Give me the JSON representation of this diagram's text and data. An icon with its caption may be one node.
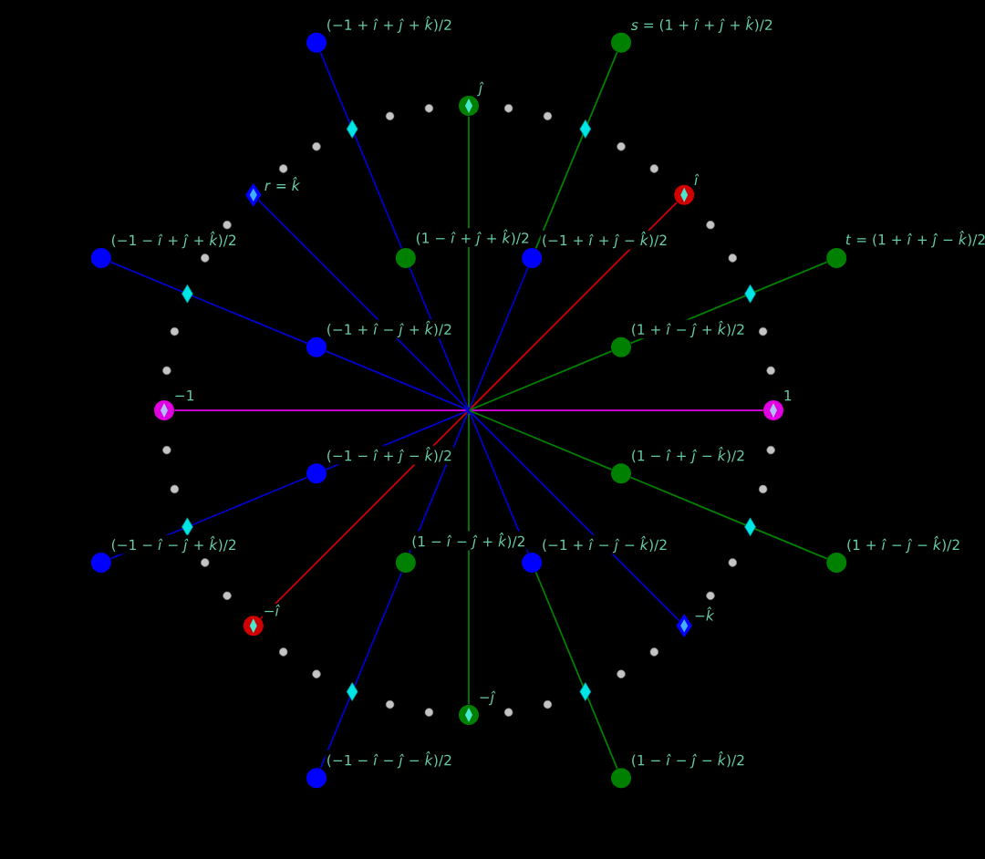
{
  "diagram": {
    "nodes": [
      {
        "text": [],
        "shape": "circle",
        "beside": [
          "(−1 + *î* + *ĵ* + *k̂*)/2"
        ]
      },
      {
        "text": [],
        "shape": "circle",
        "beside": [
          "*s* = (1 + *î* + *ĵ* + *k̂*)/2"
        ]
      },
      {
        "text": [],
        "shape": "circle",
        "beside": [
          "ĵ"
        ]
      },
      {
        "text": [],
        "shape": "diamond",
        "beside": [
          "*r* = *k̂*"
        ]
      },
      {
        "text": [],
        "shape": "circle",
        "beside": [
          "î"
        ]
      },
      {
        "text": [],
        "shape": "circle",
        "beside": [
          "(−1 − *î* + *ĵ* + *k̂*)/2"
        ]
      },
      {
        "text": [],
        "shape": "circle",
        "beside": [
          "(1 − *î* + *ĵ* + *k̂*)/2"
        ]
      },
      {
        "text": [],
        "shape": "circle",
        "beside": [
          "(−1 + *î* + *ĵ* − *k̂*)/2"
        ]
      },
      {
        "text": [],
        "shape": "circle",
        "beside": [
          "*t* = (1 + *î* + *ĵ* − *k̂*)/2"
        ]
      },
      {
        "text": [],
        "shape": "circle",
        "beside": [
          "(−1 + *î* − *ĵ* + *k̂*)/2"
        ]
      },
      {
        "text": [],
        "shape": "circle",
        "beside": [
          "(1 + *î* − *ĵ* + *k̂*)/2"
        ]
      },
      {
        "text": [],
        "shape": "circle",
        "beside": [
          "−1"
        ]
      },
      {
        "text": [],
        "shape": "circle",
        "beside": [
          "1"
        ]
      },
      {
        "text": [],
        "shape": "circle",
        "beside": [
          "(−1 − *î* + *ĵ* − *k̂*)/2"
        ]
      },
      {
        "text": [],
        "shape": "circle",
        "beside": [
          "(1 − *î* + *ĵ* − *k̂*)/2"
        ]
      },
      {
        "text": [],
        "shape": "circle",
        "beside": [
          "(−1 − *î* − *ĵ* + *k̂*)/2"
        ]
      },
      {
        "text": [],
        "shape": "circle",
        "beside": [
          "(1 − *î* − *ĵ* + *k̂*)/2"
        ]
      },
      {
        "text": [],
        "shape": "circle",
        "beside": [
          "(−1 + *î* − *ĵ* − *k̂*)/2"
        ]
      },
      {
        "text": [],
        "shape": "circle",
        "beside": [
          "(1 + *î* − *ĵ* − *k̂*)/2"
        ]
      },
      {
        "text": [],
        "shape": "circle",
        "beside": [
          "−*î*"
        ]
      },
      {
        "text": [],
        "shape": "diamond",
        "beside": [
          "−*k̂*"
        ]
      },
      {
        "text": [],
        "shape": "circle",
        "beside": [
          "−*ĵ*"
        ]
      },
      {
        "text": [],
        "shape": "circle",
        "beside": [
          "(−1 − *î* − *ĵ* − *k̂*)/2"
        ]
      },
      {
        "text": [],
        "shape": "circle",
        "beside": [
          "(1 − *î* − *ĵ* − *k̂*)/2"
        ]
      }
    ],
    "edges": [
      {
        "from": null,
        "to": 11,
        "arrow": "none",
        "color": "#cc00cc"
      },
      {
        "from": null,
        "to": 12,
        "arrow": "none",
        "color": "#cc00cc"
      },
      {
        "from": null,
        "to": 2,
        "arrow": "none",
        "color": "#008000"
      },
      {
        "from": null,
        "to": 21,
        "arrow": "none",
        "color": "#008000"
      },
      {
        "from": null,
        "to": 4,
        "arrow": "none",
        "color": "#cc0000"
      },
      {
        "from": null,
        "to": 19,
        "arrow": "none",
        "color": "#cc0000"
      },
      {
        "from": null,
        "to": 3,
        "arrow": "none"
      },
      {
        "from": null,
        "to": 20,
        "arrow": "none"
      },
      {
        "from": null,
        "to": 6,
        "arrow": "none"
      },
      {
        "from": 6,
        "to": 0,
        "arrow": "none"
      },
      {
        "from": null,
        "to": 7,
        "arrow": "none"
      },
      {
        "from": 7,
        "to": 1,
        "arrow": "none",
        "color": "#008000"
      },
      {
        "from": null,
        "to": 10,
        "arrow": "none",
        "color": "#008000"
      },
      {
        "from": 10,
        "to": 8,
        "arrow": "none",
        "color": "#008000"
      },
      {
        "from": null,
        "to": 9,
        "arrow": "none"
      },
      {
        "from": 9,
        "to": 5,
        "arrow": "none"
      },
      {
        "from": null,
        "to": 13,
        "arrow": "none"
      },
      {
        "from": 13,
        "to": 15,
        "arrow": "none"
      },
      {
        "from": null,
        "to": 14,
        "arrow": "none",
        "color": "#008000"
      },
      {
        "from": 14,
        "to": 18,
        "arrow": "none",
        "color": "#008000"
      },
      {
        "from": null,
        "to": 16,
        "arrow": "none"
      },
      {
        "from": 16,
        "to": 22,
        "arrow": "none"
      },
      {
        "from": null,
        "to": 17,
        "arrow": "none"
      },
      {
        "from": 17,
        "to": 23,
        "arrow": "none",
        "color": "#008000"
      }
    ]
  }
}
